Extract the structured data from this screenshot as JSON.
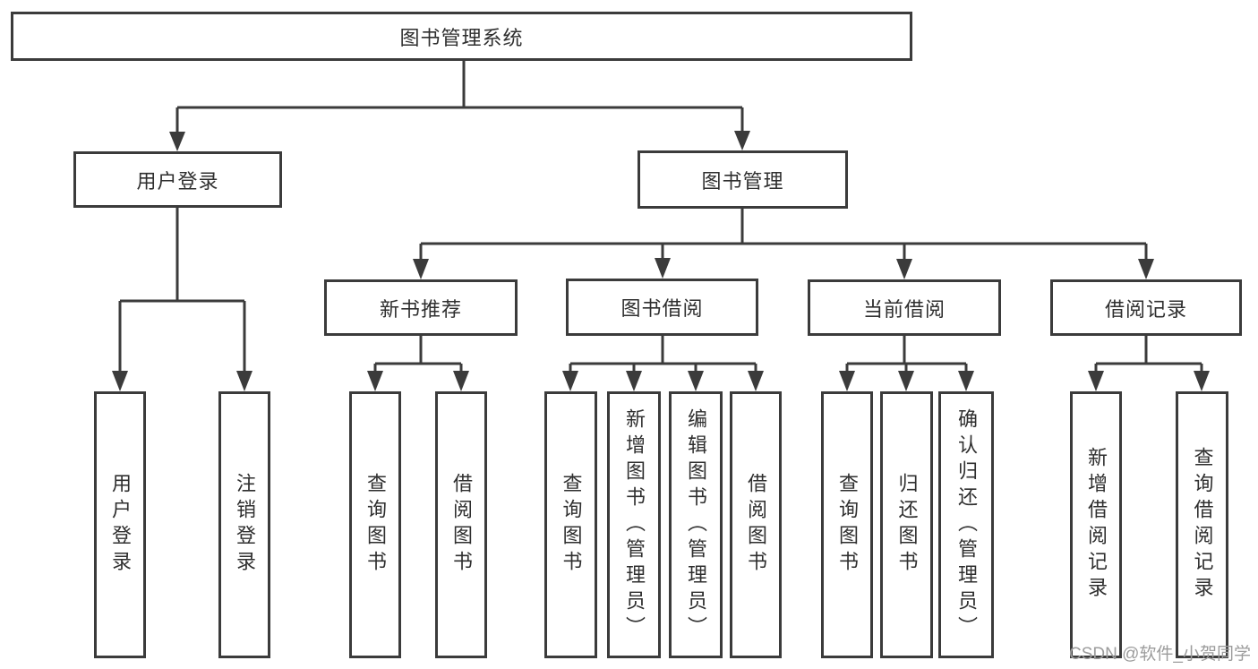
{
  "title": "图书管理系统",
  "tree": {
    "label": "图书管理系统",
    "children": [
      {
        "label": "用户登录",
        "children": [
          {
            "label": "用户登录"
          },
          {
            "label": "注销登录"
          }
        ]
      },
      {
        "label": "图书管理",
        "children": [
          {
            "label": "新书推荐",
            "children": [
              {
                "label": "查询图书"
              },
              {
                "label": "借阅图书"
              }
            ]
          },
          {
            "label": "图书借阅",
            "children": [
              {
                "label": "查询图书"
              },
              {
                "label": "新增图书（管理员）"
              },
              {
                "label": "编辑图书（管理员）"
              },
              {
                "label": "借阅图书"
              }
            ]
          },
          {
            "label": "当前借阅",
            "children": [
              {
                "label": "查询图书"
              },
              {
                "label": "归还图书"
              },
              {
                "label": "确认归还（管理员）"
              }
            ]
          },
          {
            "label": "借阅记录",
            "children": [
              {
                "label": "新增借阅记录"
              },
              {
                "label": "查询借阅记录"
              }
            ]
          }
        ]
      }
    ]
  },
  "watermark": "CSDN @软件_小贺同学",
  "colors": {
    "line": "#3b3b3b",
    "box_border": "#3b3b3b",
    "text": "#2f2f2f",
    "watermark": "#9c9c9c",
    "background": "#ffffff"
  }
}
